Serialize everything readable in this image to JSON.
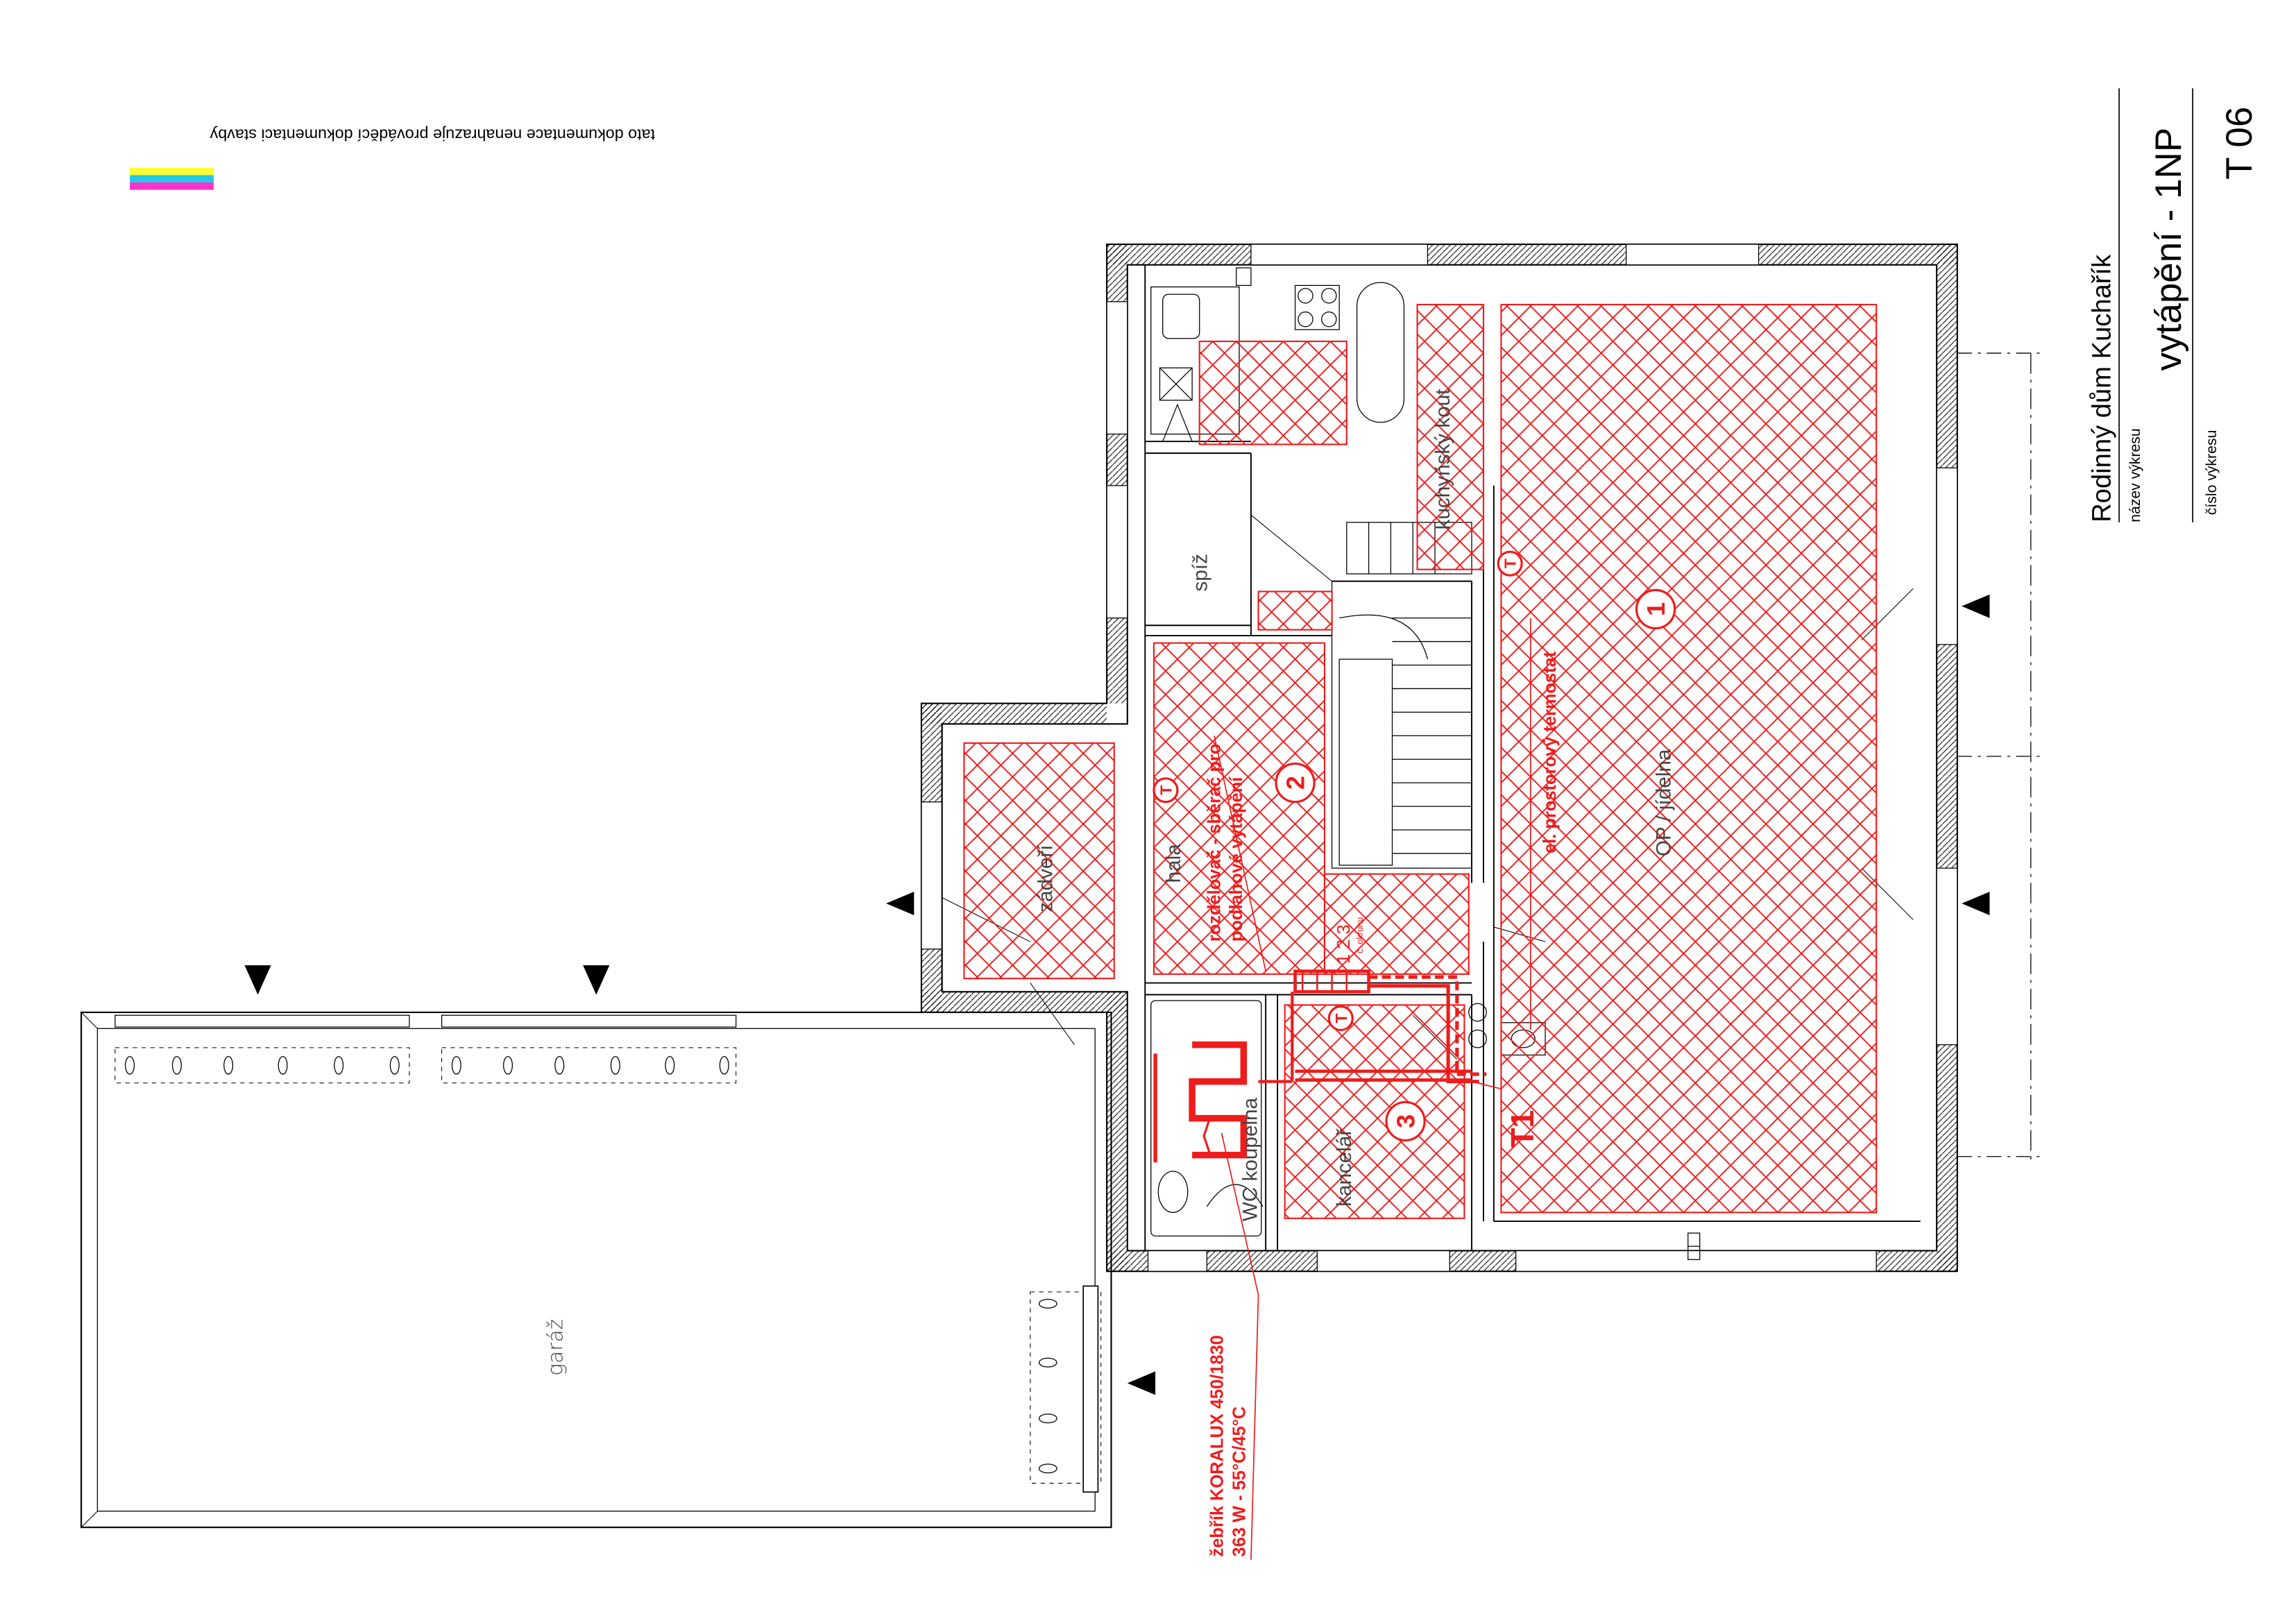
{
  "title_block": {
    "project": "Rodinný dům Kuchařík",
    "name_caption": "název výkresu",
    "drawing_name": "vytápění - 1NP",
    "number_caption": "číslo výkresu",
    "drawing_number": "T 06"
  },
  "disclaimer": "tato dokumentace nenahrazuje prováděcí dokumentaci stavby",
  "color_bar": [
    "#ffff33",
    "#22c8e8",
    "#ff33cc"
  ],
  "colors": {
    "heating": "#ee1c1c",
    "walls": "#000000"
  },
  "rooms": [
    {
      "name": "kuchyňský kout"
    },
    {
      "name": "spíž"
    },
    {
      "name": "hala"
    },
    {
      "name": "zádveří"
    },
    {
      "name": "OP / jídelna"
    },
    {
      "name": "kancelář"
    },
    {
      "name": "WC koupelna"
    },
    {
      "name": "garáž"
    }
  ],
  "heating_zones": [
    "1",
    "2",
    "3"
  ],
  "notes": {
    "thermostat": "el. prostorový termostat",
    "manifold_line1": "rozdělovač - sběrač pro",
    "manifold_line2": "podlahové vytápění",
    "manifold_circuit_caption": "č. okruhu",
    "manifold_circuits": "1 2 3",
    "radiator_line1": "žebřík KORALUX 450/1830",
    "radiator_line2": "363 W -  55°C/45°C",
    "tag_t1": "T1",
    "thermostat_symbol": "T"
  }
}
